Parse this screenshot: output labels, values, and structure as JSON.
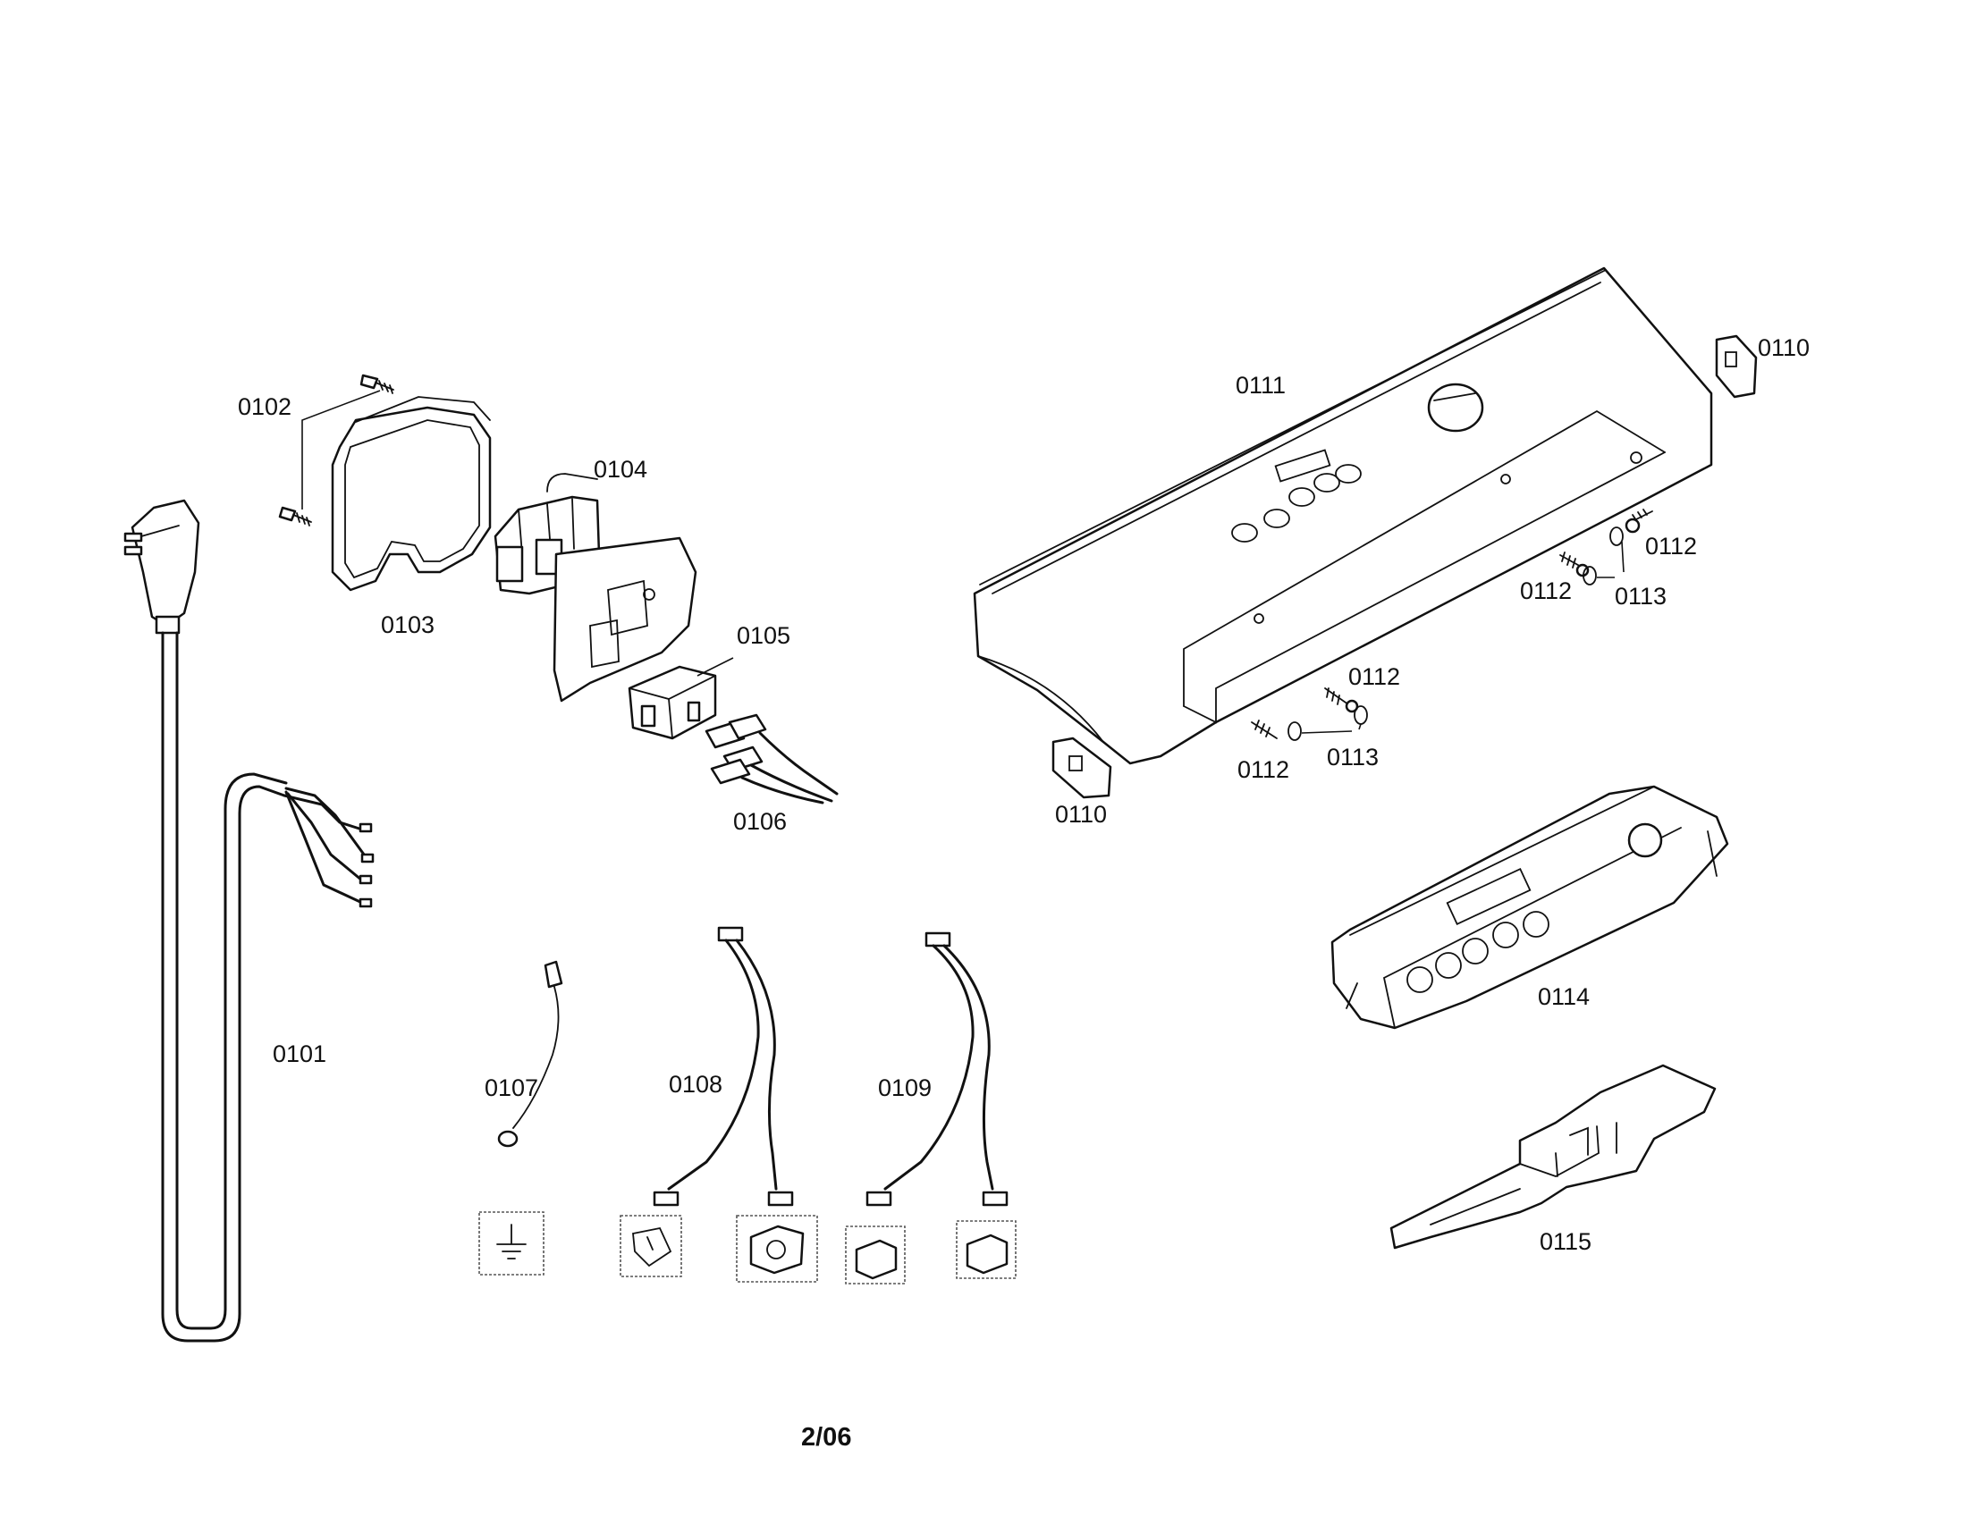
{
  "parts": {
    "p0101": "0101",
    "p0102": "0102",
    "p0103": "0103",
    "p0104": "0104",
    "p0105": "0105",
    "p0106": "0106",
    "p0107": "0107",
    "p0108": "0108",
    "p0109": "0109",
    "p0110": "0110",
    "p0111": "0111",
    "p0112": "0112",
    "p0113": "0113",
    "p0114": "0114",
    "p0115": "0115"
  },
  "page_number": "2/06"
}
